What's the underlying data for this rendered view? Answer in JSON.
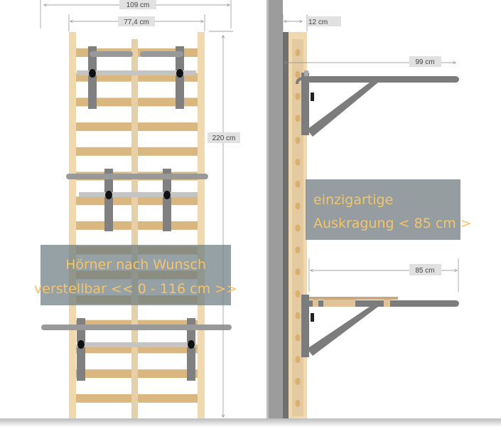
{
  "dimensions": {
    "total_width": "109 cm",
    "inner_width": "77,4 cm",
    "height": "220 cm",
    "wall_distance": "12 cm",
    "arm_length": "99 cm",
    "platform_length": "85 cm"
  },
  "captions": {
    "horns_line1": "Hörner nach Wunsch",
    "horns_line2": "verstellbar << 0 - 116 cm >>",
    "overhang_line1": "einzigartige",
    "overhang_line2": "Auskragung < 85 cm >"
  },
  "colors": {
    "rail": "#f0d9ae",
    "rung": "#d9b77e",
    "steel": "#7c7c7c",
    "caption_text": "#f5c46a"
  }
}
